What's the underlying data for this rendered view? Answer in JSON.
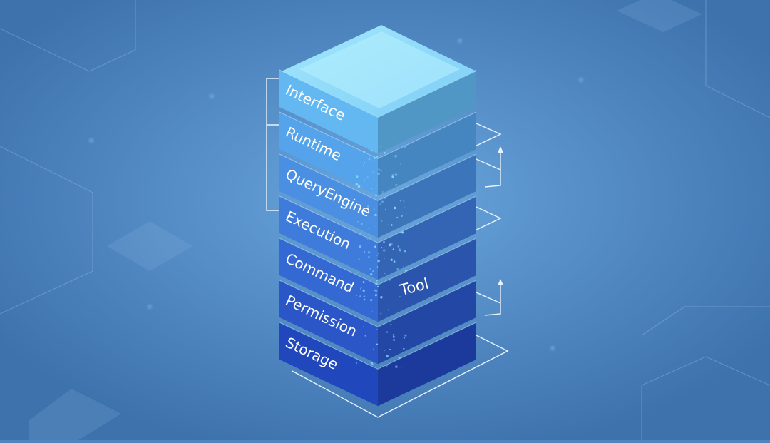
{
  "layers": [
    {
      "label": "Interface",
      "color": "#63b8f2"
    },
    {
      "label": "Runtime",
      "color": "#55a3ea"
    },
    {
      "label": "QueryEngine",
      "color": "#4b8fe3"
    },
    {
      "label": "Execution",
      "color": "#3f7bdb"
    },
    {
      "label": "Command",
      "color": "#3468d2"
    },
    {
      "label": "Permission",
      "color": "#2a56c8"
    },
    {
      "label": "Storage",
      "color": "#2147bd"
    }
  ],
  "side_label": "Tool",
  "colors": {
    "background": "#4f86c0",
    "top_face": "#8fdcfa",
    "connector": "#e8f3ff",
    "glow": "#7fd6ff"
  }
}
